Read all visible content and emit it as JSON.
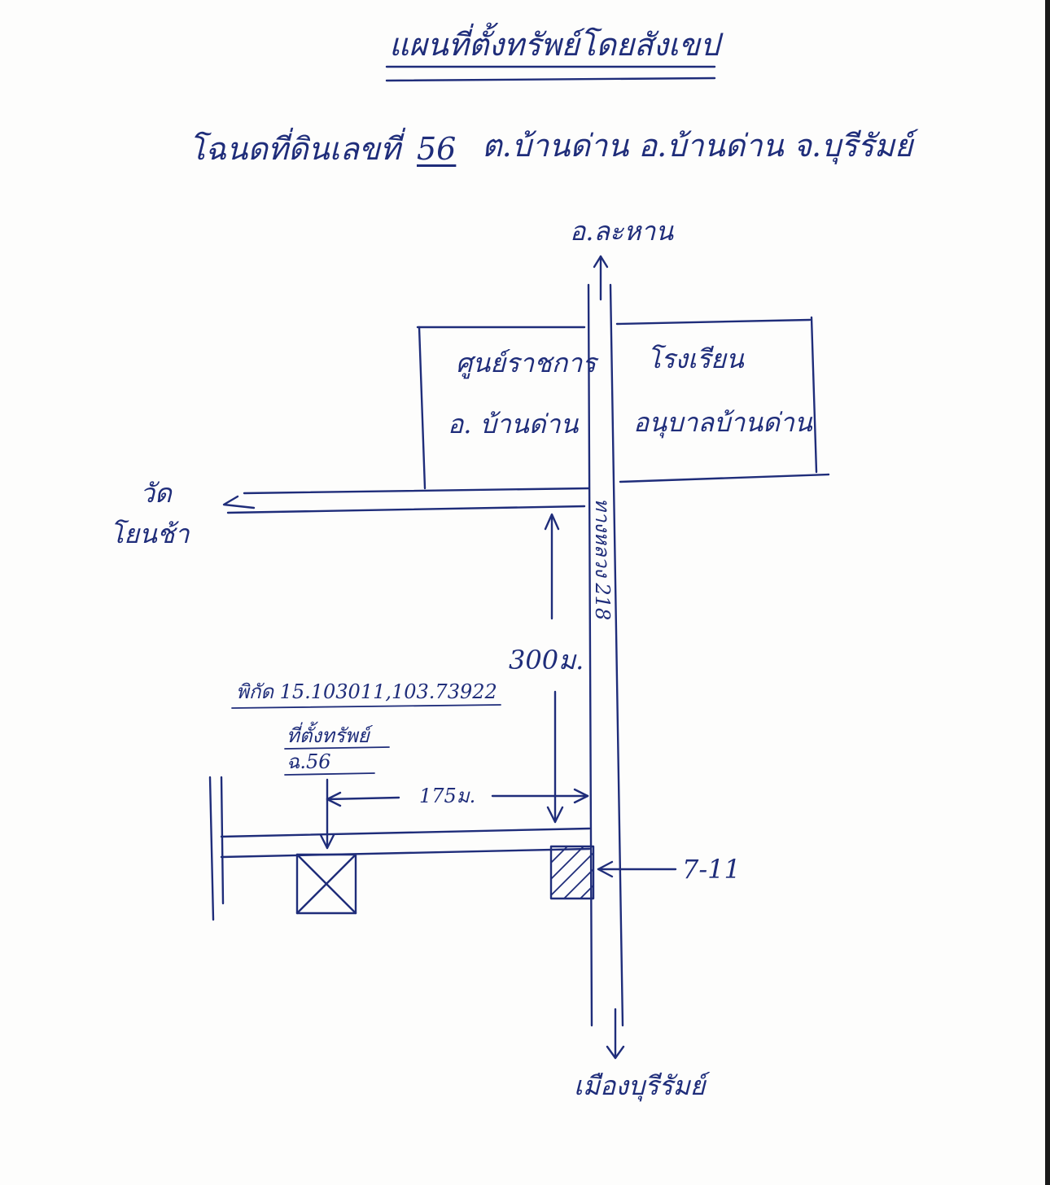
{
  "title": "แผนที่ตั้งทรัพย์โดยสังเขป",
  "deed": {
    "prefix": "โฉนดที่ดินเลขที่",
    "number": "56",
    "location": "ต.บ้านด่าน อ.บ้านด่าน จ.บุรีรัมย์"
  },
  "directions": {
    "north": "อ.ละหาน",
    "south": "เมืองบุรีรัมย์",
    "west_line1": "วัด",
    "west_line2": "โยนช้า"
  },
  "landmarks": {
    "district_office_line1": "ศูนย์ราชการ",
    "district_office_line2": "อ. บ้านด่าน",
    "school_line1": "โรงเรียน",
    "school_line2": "อนุบาลบ้านด่าน",
    "store": "7-11"
  },
  "road": {
    "highway_label": "ทางหลวง 218"
  },
  "distances": {
    "vertical": "300ม.",
    "horizontal": "175ม."
  },
  "coordinates": "พิกัด 15.103011,103.73922",
  "property": {
    "label": "ที่ตั้งทรัพย์",
    "deed_ref": "ฉ.56"
  },
  "colors": {
    "ink": "#1f2d7a",
    "paper": "#fdfdfc"
  }
}
